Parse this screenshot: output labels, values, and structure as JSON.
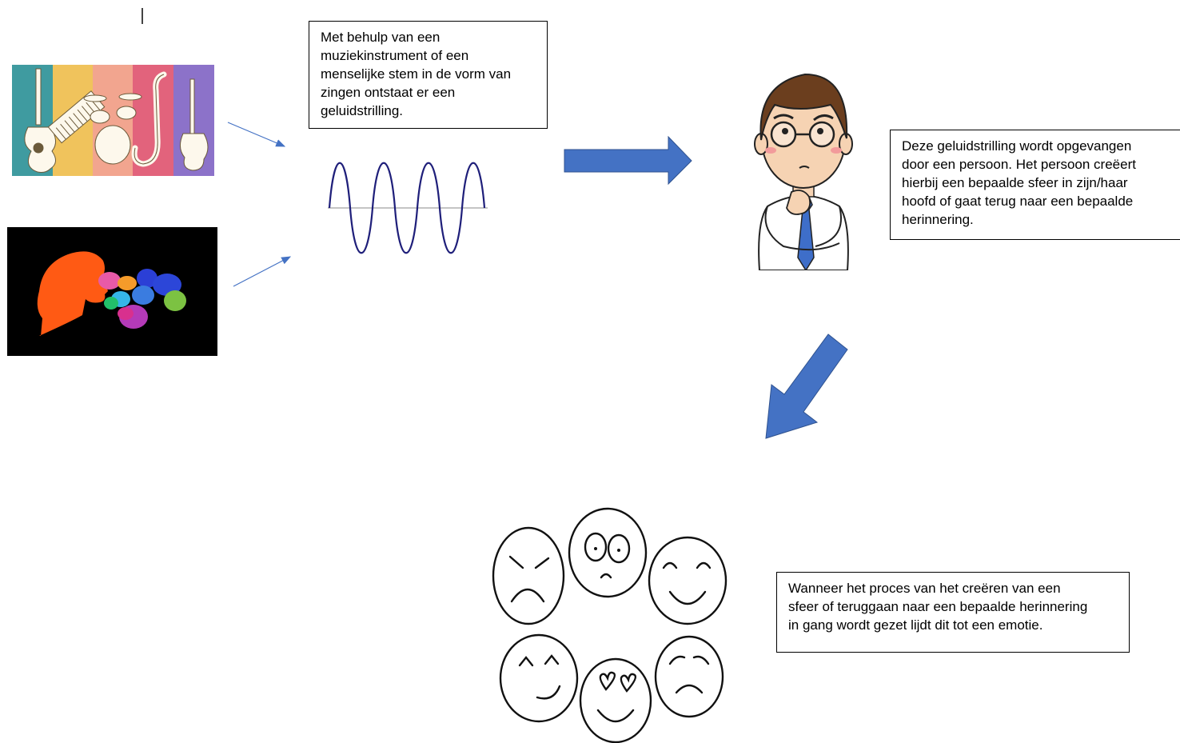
{
  "boxes": {
    "source": "Met behulp van een\nmuziekinstrument of een\nmenselijke stem in de vorm van\nzingen ontstaat er een\ngeluidstrilling.",
    "person": "Deze geluidstrilling wordt opgevangen\ndoor een persoon. Het persoon creëert\nhierbij een bepaalde sfeer in zijn/haar\nhoofd of gaat terug naar een bepaalde\nherinnering.",
    "emotion": "Wanneer het proces van het creëren van een\nsfeer of teruggaan naar een bepaalde herinnering\nin gang wordt gezet lijdt dit tot een emotie."
  },
  "colors": {
    "arrow_blue": "#4472C4",
    "wave": "#1F1F7A",
    "stripes": [
      "#3F9BA0",
      "#F0C35C",
      "#F2A58F",
      "#E2637C",
      "#8C72C9"
    ],
    "voice_bg": "#000000",
    "head": "#FF5A14"
  },
  "icons": {
    "instruments": "music-instruments-icon",
    "voice": "singing-voice-icon",
    "wave": "sound-wave-icon",
    "person": "thinking-person-icon",
    "faces": "emotion-faces-icon"
  }
}
